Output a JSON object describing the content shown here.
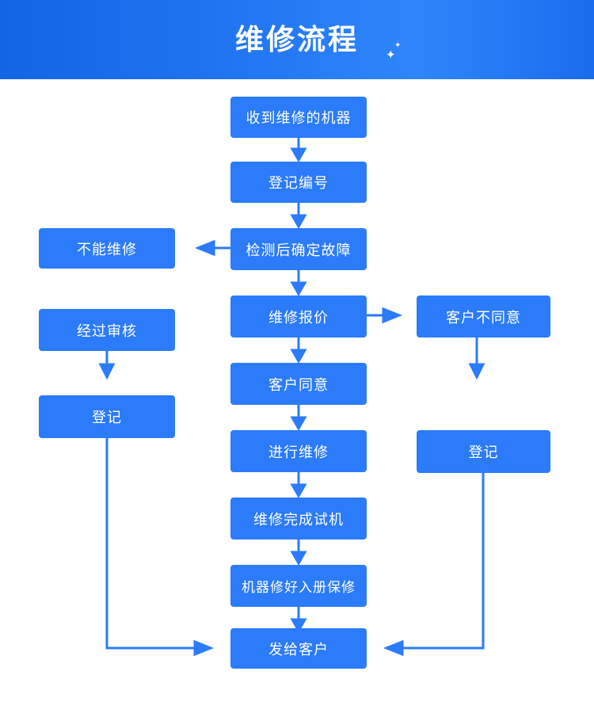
{
  "header": {
    "title": "维修流程",
    "background_color": "#1f73f0",
    "text_color": "#ffffff",
    "sparkle_icons": [
      "sparkle-large",
      "sparkle-small"
    ]
  },
  "theme": {
    "node_fill": "#2b7bfb",
    "node_text": "#ffffff",
    "arrow_color": "#2b7bfb",
    "page_background": "#ffffff"
  },
  "flowchart": {
    "main_column": [
      {
        "id": "n1",
        "label": "收到维修的机器"
      },
      {
        "id": "n2",
        "label": "登记编号"
      },
      {
        "id": "n3",
        "label": "检测后确定故障"
      },
      {
        "id": "n4",
        "label": "维修报价"
      },
      {
        "id": "n5",
        "label": "客户同意"
      },
      {
        "id": "n6",
        "label": "进行维修"
      },
      {
        "id": "n7",
        "label": "维修完成试机"
      },
      {
        "id": "n8",
        "label": "机器修好入册保修"
      },
      {
        "id": "n9",
        "label": "发给客户"
      }
    ],
    "left_column": [
      {
        "id": "l1",
        "label": "不能维修"
      },
      {
        "id": "l2",
        "label": "经过审核"
      },
      {
        "id": "l3",
        "label": "登记"
      }
    ],
    "right_column": [
      {
        "id": "r1",
        "label": "客户不同意"
      },
      {
        "id": "r2",
        "label": "登记"
      }
    ]
  }
}
